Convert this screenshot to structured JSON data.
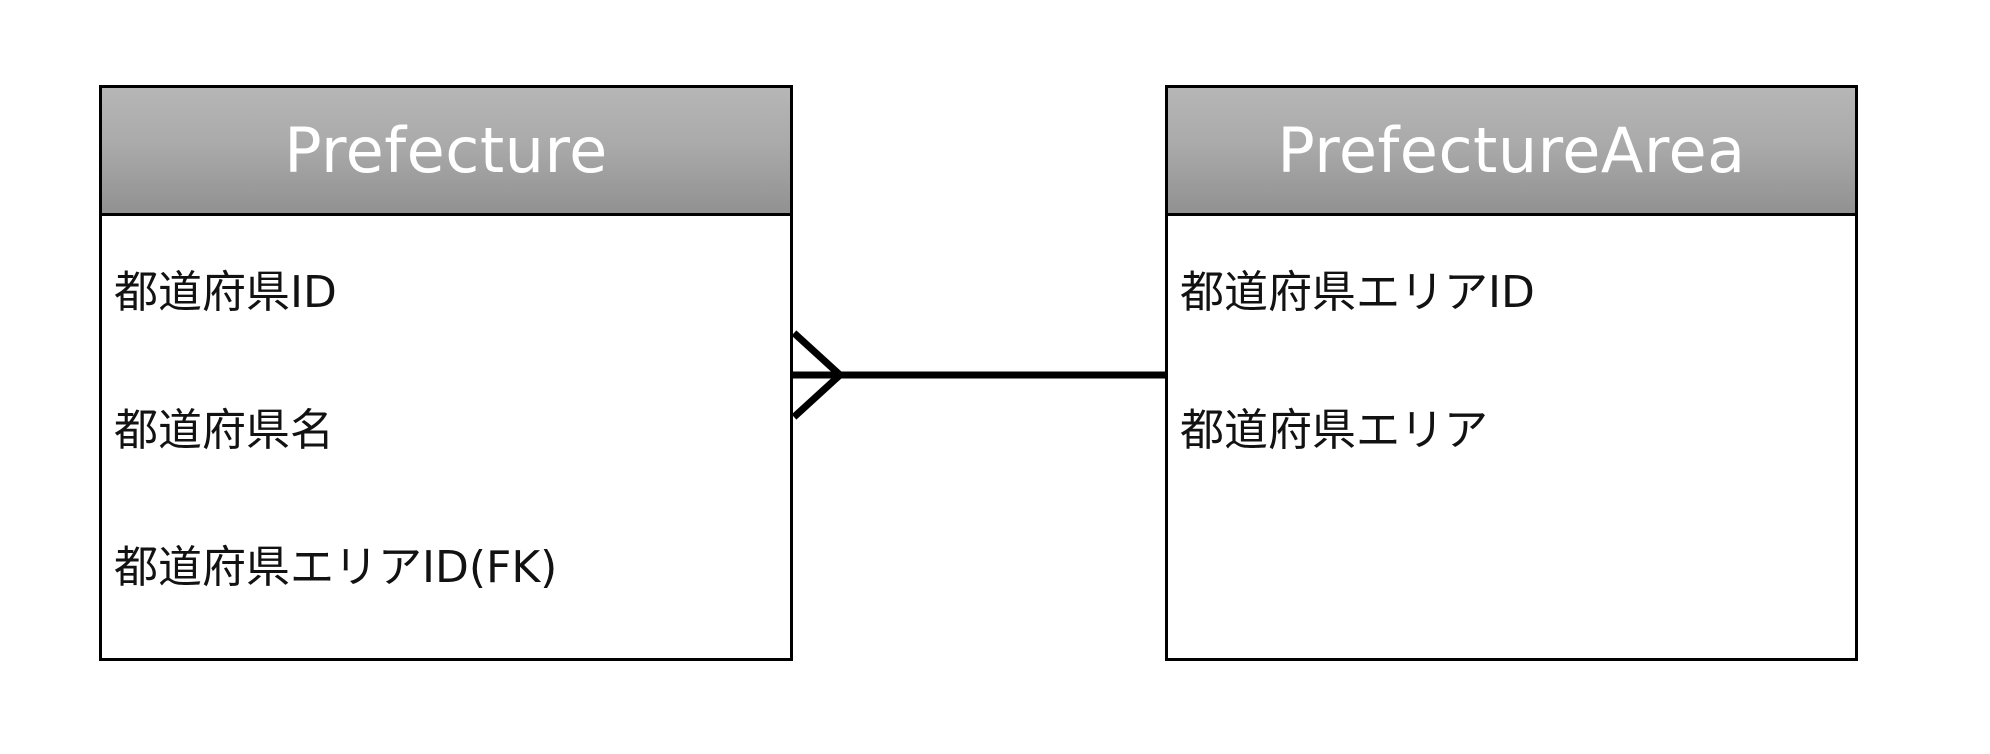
{
  "diagram": {
    "type": "entity-relationship-diagram",
    "notation": "crow's foot",
    "background_color": "#ffffff",
    "border_color": "#000000",
    "header_gradient_top": "#b6b6b6",
    "header_gradient_bottom": "#919191",
    "header_text_color": "#ffffff",
    "attribute_text_color": "#121212"
  },
  "entities": [
    {
      "id": "prefecture",
      "title": "Prefecture",
      "attributes": [
        {
          "label": "都道府県ID"
        },
        {
          "label": "都道府県名"
        },
        {
          "label": "都道府県エリアID(FK)"
        }
      ]
    },
    {
      "id": "prefecture_area",
      "title": "PrefectureArea",
      "attributes": [
        {
          "label": "都道府県エリアID"
        },
        {
          "label": "都道府県エリア"
        }
      ]
    }
  ],
  "relationships": [
    {
      "id": "prefecture-to-prefecturearea",
      "from_entity": "prefecture",
      "to_entity": "prefecture_area",
      "from_cardinality": "many",
      "to_cardinality": "one",
      "from_symbol": "crows-foot",
      "to_symbol": "plain-line",
      "line_color": "#000000"
    }
  ]
}
